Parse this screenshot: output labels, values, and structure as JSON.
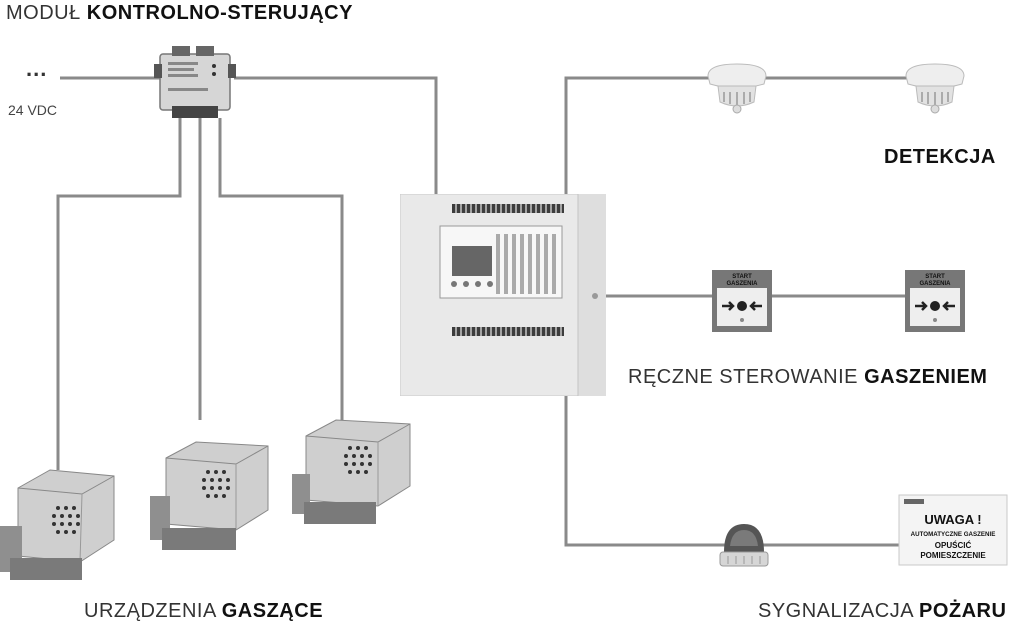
{
  "labels": {
    "module_prefix": "MODUŁ",
    "module_bold": "KONTROLNO-STERUJĄCY",
    "power_dots": "...",
    "power_voltage": "24 VDC",
    "detection": "DETEKCJA",
    "manual_prefix": "RĘCZNE STEROWANIE",
    "manual_bold": "GASZENIEM",
    "extinguish_prefix": "URZĄDZENIA",
    "extinguish_bold": "GASZĄCE",
    "signal_prefix": "SYGNALIZACJA",
    "signal_bold": "POŻARU"
  },
  "call_point": {
    "line1": "START",
    "line2": "GASZENIA"
  },
  "warning_sign": {
    "title": "UWAGA !",
    "line1": "AUTOMATYCZNE GASZENIE",
    "line2": "OPUŚCIĆ",
    "line3": "POMIESZCZENIE"
  },
  "colors": {
    "wire": "#8a8a8a",
    "panel": "#e9e9e9",
    "device_metal": "#d9d9d9"
  },
  "icons": {
    "smoke_detector": "smoke-detector-icon",
    "call_point": "manual-call-point-icon",
    "sounder": "beacon-sounder-icon",
    "extinguisher": "aerosol-generator-icon",
    "module": "control-module-icon",
    "panel": "fire-control-panel-icon"
  }
}
